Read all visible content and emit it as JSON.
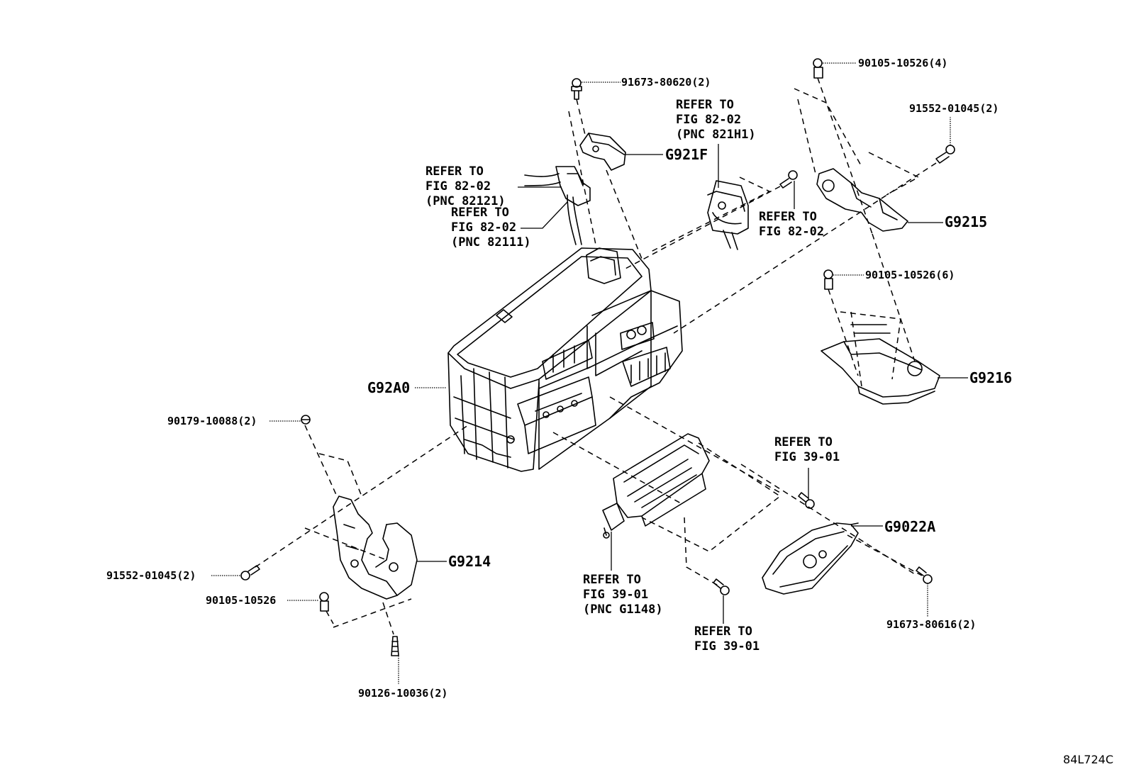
{
  "diagram_code": "84L724C",
  "labels": {
    "p91673_80620": "91673-80620(2)",
    "p90105_10526_4": "90105-10526(4)",
    "p91552_01045_top": "91552-01045(2)",
    "p90105_10526_6": "90105-10526(6)",
    "p90179_10088": "90179-10088(2)",
    "p91552_01045_left": "91552-01045(2)",
    "p90105_10526": "90105-10526",
    "p90126_10036": "90126-10036(2)",
    "p91673_80616": "91673-80616(2)",
    "g921f": "G921F",
    "g9215": "G9215",
    "g92a0": "G92A0",
    "g9216": "G9216",
    "g9214": "G9214",
    "g9022a": "G9022A"
  },
  "refs": {
    "ref_82121": [
      "REFER TO",
      "FIG 82-02",
      "(PNC 82121)"
    ],
    "ref_82111": [
      "REFER TO",
      "FIG 82-02",
      "(PNC 82111)"
    ],
    "ref_821h1": [
      "REFER TO",
      "FIG 82-02",
      "(PNC 821H1)"
    ],
    "ref_8202": [
      "REFER TO",
      "FIG 82-02"
    ],
    "ref_3901_right": [
      "REFER TO",
      "FIG 39-01"
    ],
    "ref_g1148": [
      "REFER TO",
      "FIG 39-01",
      "(PNC G1148)"
    ],
    "ref_3901_bottom": [
      "REFER TO",
      "FIG 39-01"
    ]
  }
}
